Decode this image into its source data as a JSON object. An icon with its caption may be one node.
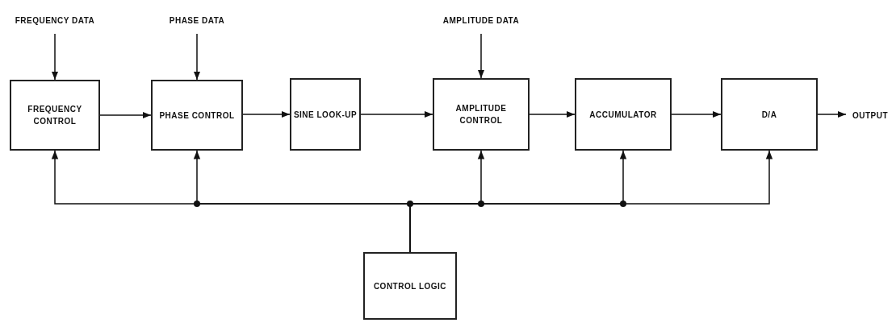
{
  "diagram": {
    "nodes": [
      {
        "text": [
          "FREQUENCY DATA"
        ]
      },
      {
        "text": [
          "PHASE DATA"
        ]
      },
      {
        "text": [
          "AMPLITUDE DATA"
        ]
      },
      {
        "text": [
          "FREQUENCY CONTROL"
        ]
      },
      {
        "text": [
          "PHASE CONTROL"
        ]
      },
      {
        "text": [
          "SINE LOOK-UP"
        ]
      },
      {
        "text": [
          "AMPLITUDE CONTROL"
        ]
      },
      {
        "text": [
          "ACCUMULATOR"
        ]
      },
      {
        "text": [
          "D/A"
        ]
      },
      {
        "text": [
          "OUTPUT"
        ]
      },
      {
        "text": [
          "CONTROL LOGIC"
        ]
      }
    ],
    "edges": [
      {
        "from": 0,
        "to": 3,
        "arrow": "to"
      },
      {
        "from": 1,
        "to": 4,
        "arrow": "to"
      },
      {
        "from": 2,
        "to": 6,
        "arrow": "to"
      },
      {
        "from": 3,
        "to": 4,
        "arrow": "to"
      },
      {
        "from": 4,
        "to": 5,
        "arrow": "to"
      },
      {
        "from": 5,
        "to": 6,
        "arrow": "to"
      },
      {
        "from": 6,
        "to": 7,
        "arrow": "to"
      },
      {
        "from": 7,
        "to": 8,
        "arrow": "to"
      },
      {
        "from": 8,
        "to": 9,
        "arrow": "to"
      },
      {
        "from": 10,
        "to": 3,
        "arrow": "to"
      },
      {
        "from": 10,
        "to": 4,
        "arrow": "to"
      },
      {
        "from": 10,
        "to": 6,
        "arrow": "to"
      },
      {
        "from": 10,
        "to": 7,
        "arrow": "to"
      },
      {
        "from": 10,
        "to": 8,
        "arrow": "to"
      }
    ]
  }
}
